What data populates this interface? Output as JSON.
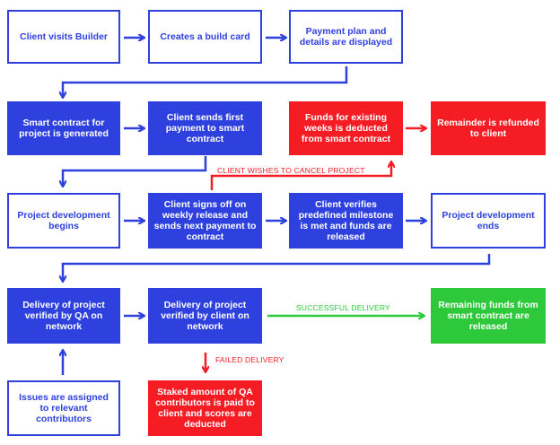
{
  "boxes": {
    "client_visits_builder": "Client visits Builder",
    "creates_build_card": "Creates a build card",
    "payment_plan": "Payment plan and details are displayed",
    "smart_contract_generated": "Smart contract for project is generated",
    "client_sends_first_payment": "Client sends first payment to smart contract",
    "funds_deducted": "Funds for existing weeks is deducted from smart contract",
    "remainder_refunded": "Remainder is refunded to client",
    "project_dev_begins": "Project development begins",
    "client_signs_off": "Client signs off on weekly release and sends next payment to contract",
    "client_verifies_milestone": "Client verifies predefined milestone is met and funds are released",
    "project_dev_ends": "Project development ends",
    "delivery_verified_qa": "Delivery of project verified by QA on network",
    "delivery_verified_client": "Delivery of project verified by client on network",
    "remaining_funds_released": "Remaining funds from smart contract are released",
    "issues_assigned": "Issues are assigned to relevant contributors",
    "staked_amount_paid": "Staked amount of QA contributors is paid to client and scores are deducted"
  },
  "labels": {
    "cancel_project": "CLIENT WISHES TO CANCEL PROJECT",
    "successful_delivery": "SUCCESSFUL DELIVERY",
    "failed_delivery": "FAILED DELIVERY"
  },
  "colors": {
    "blue": "#2e41df",
    "red": "#f51c24",
    "green": "#2ec93b"
  }
}
